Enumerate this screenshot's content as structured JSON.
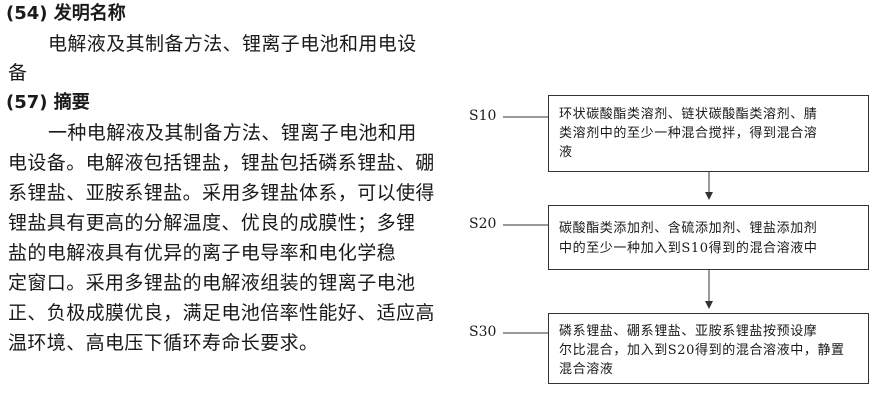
{
  "patent": {
    "title_heading": "(54) 发明名称",
    "title_lines": [
      "电解液及其制备方法、锂离子电池和用电设",
      "备"
    ],
    "abstract_heading": "(57) 摘要",
    "abstract_lines": [
      "一种电解液及其制备方法、锂离子电池和用",
      "电设备。电解液包括锂盐，锂盐包括磷系锂盐、硼",
      "系锂盐、亚胺系锂盐。采用多锂盐体系，可以使得",
      "锂盐具有更高的分解温度、优良的成膜性；多锂",
      "盐的电解液具有优异的离子电导率和电化学稳",
      "定窗口。采用多锂盐的电解液组装的锂离子电池",
      "正、负极成膜优良，满足电池倍率性能好、适应高",
      "温环境、高电压下循环寿命长要求。"
    ]
  },
  "flowchart": {
    "steps": [
      {
        "label": "S10",
        "lines": [
          "环状碳酸酯类溶剂、链状碳酸酯类溶剂、腈",
          "类溶剂中的至少一种混合搅拌，得到混合溶",
          "液"
        ]
      },
      {
        "label": "S20",
        "lines": [
          "碳酸酯类添加剂、含硫添加剂、锂盐添加剂",
          "中的至少一种加入到S10得到的混合溶液中"
        ]
      },
      {
        "label": "S30",
        "lines": [
          "磷系锂盐、硼系锂盐、亚胺系锂盐按预设摩",
          "尔比混合，加入到S20得到的混合溶液中，静置",
          "混合溶液"
        ]
      }
    ]
  }
}
